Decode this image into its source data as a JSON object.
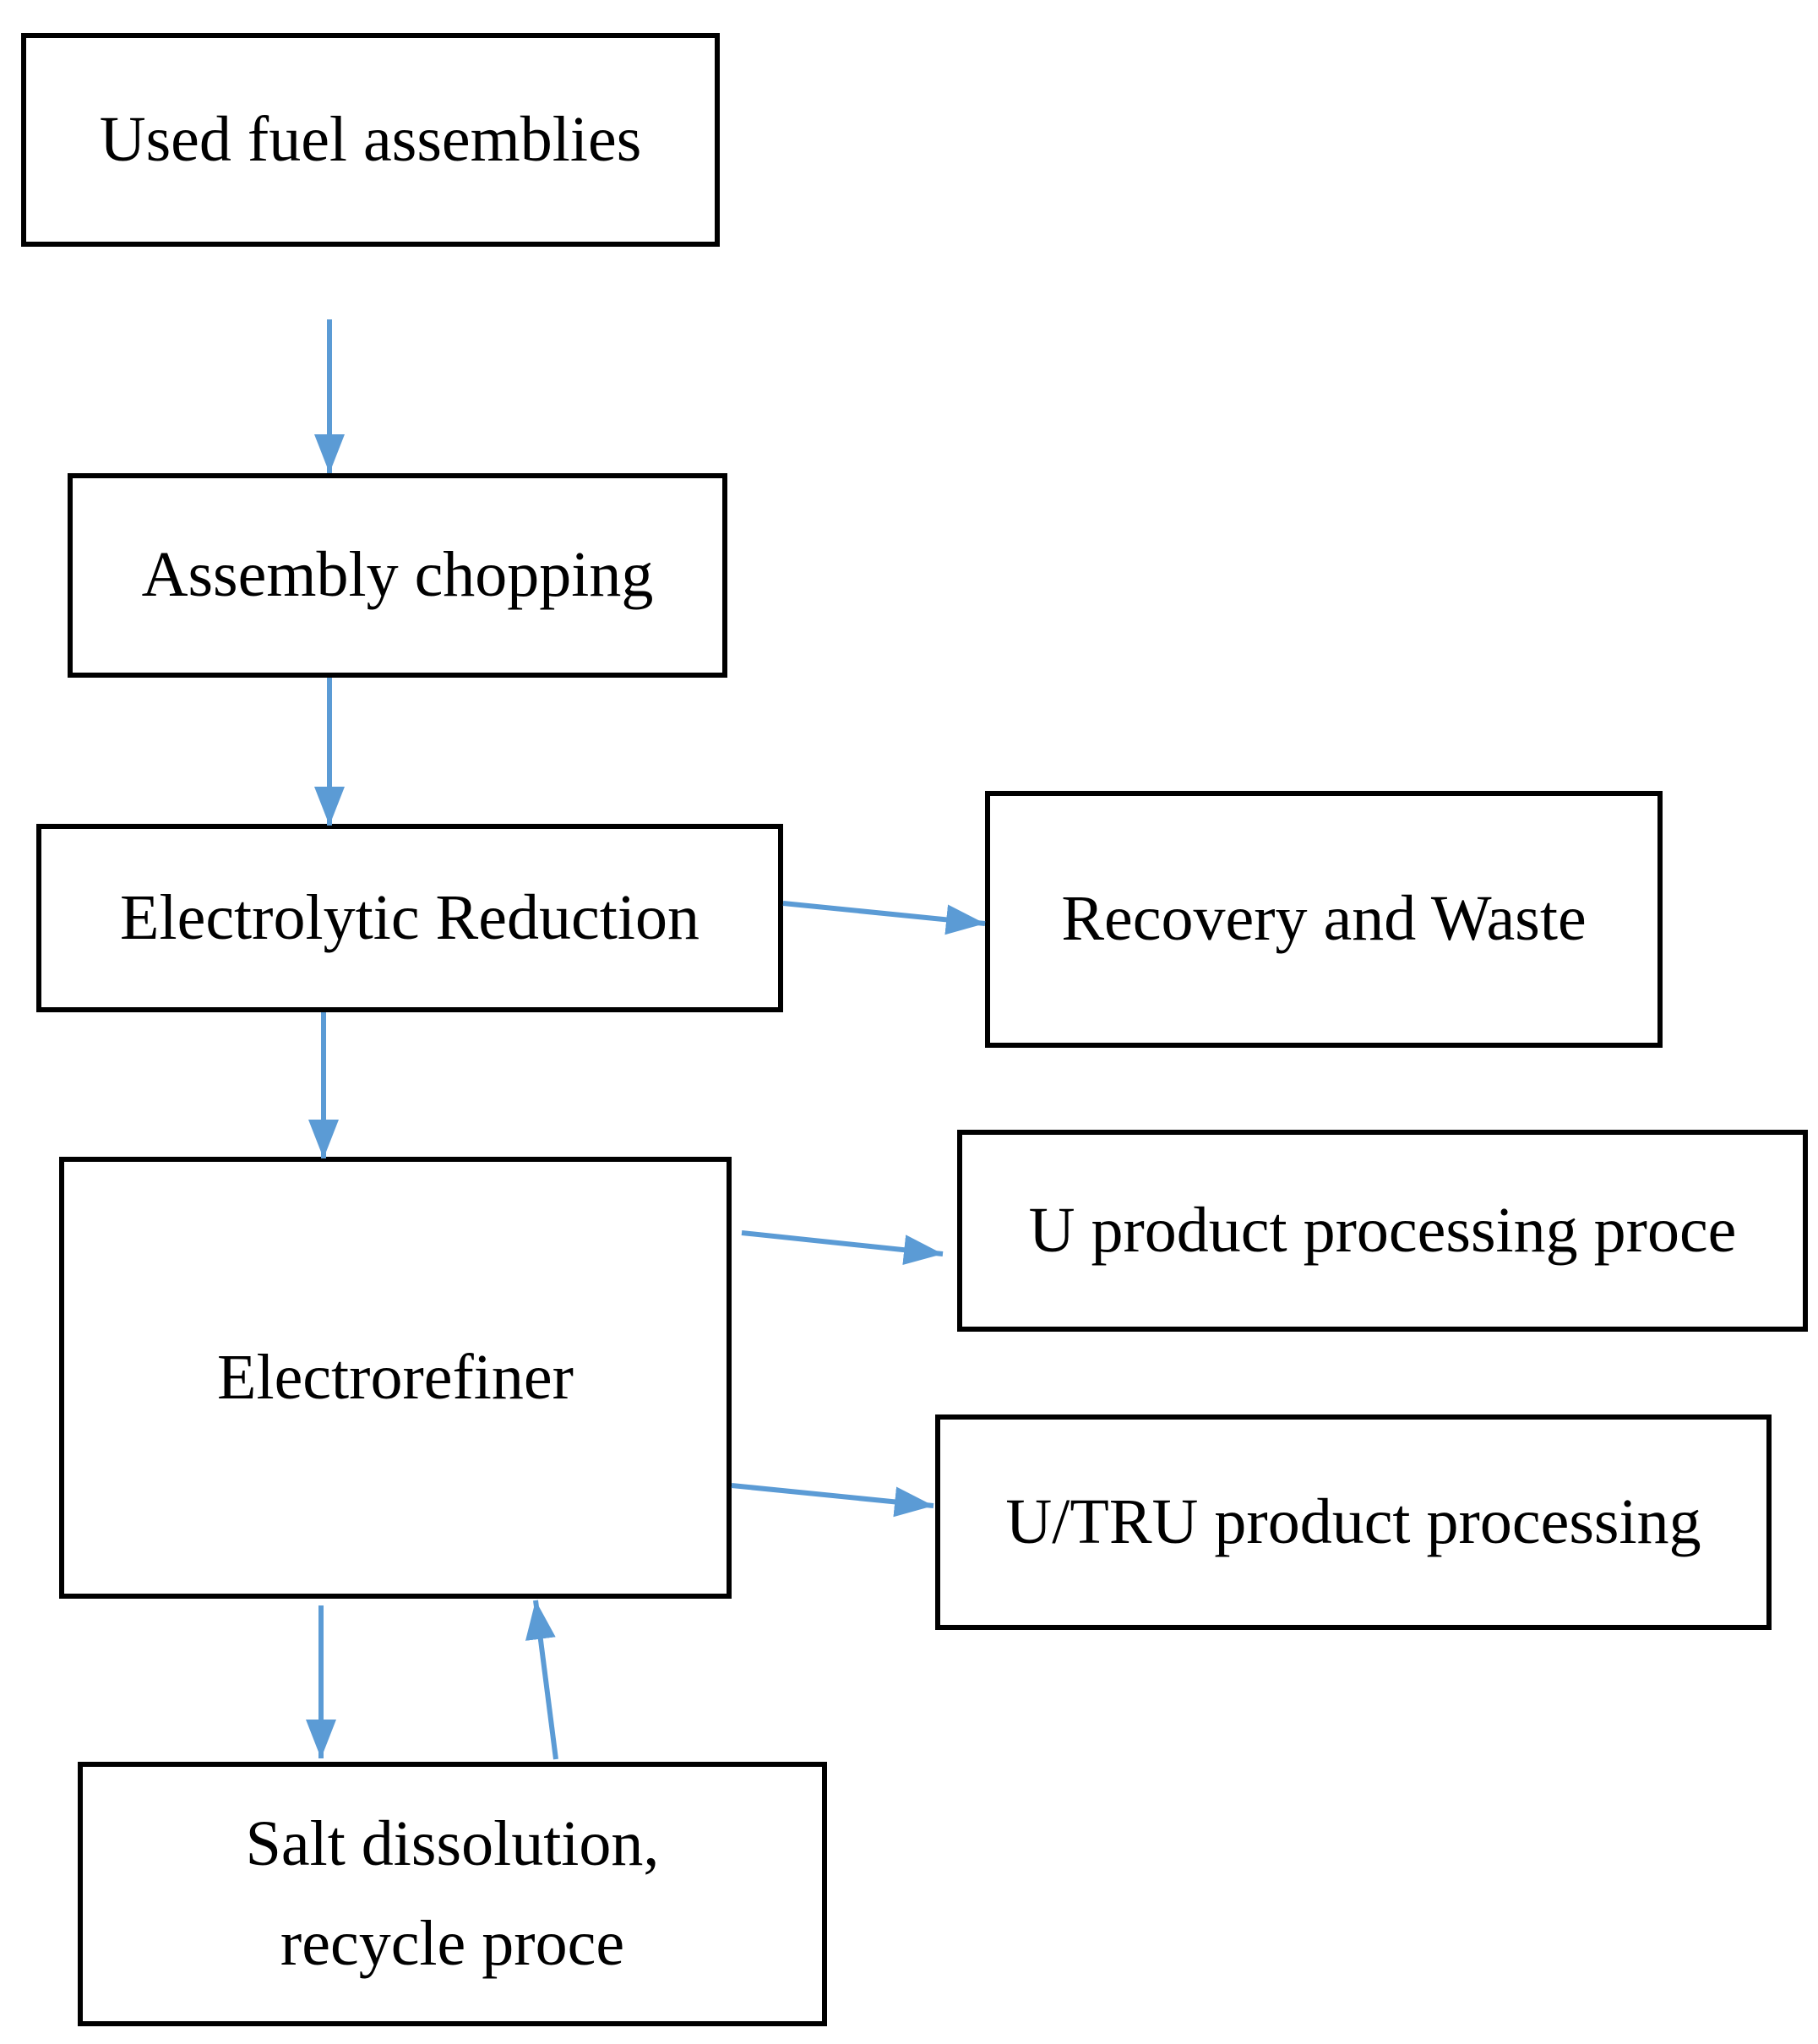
{
  "diagram": {
    "arrow_color": "#5b9bd5",
    "boxes": {
      "used_fuel": "Used fuel assemblies",
      "chopping": "Assembly chopping",
      "reduction": "Electrolytic Reduction",
      "recovery": "Recovery and Waste",
      "electrorefiner": "Electrorefiner",
      "u_product": "U product processing proce",
      "utru_product": "U/TRU product processing",
      "salt_line1": "Salt dissolution,",
      "salt_line2": "recycle proce"
    },
    "edges": [
      {
        "from": "Used fuel assemblies",
        "to": "Assembly chopping"
      },
      {
        "from": "Assembly chopping",
        "to": "Electrolytic Reduction"
      },
      {
        "from": "Electrolytic Reduction",
        "to": "Recovery and Waste"
      },
      {
        "from": "Electrolytic Reduction",
        "to": "Electrorefiner"
      },
      {
        "from": "Electrorefiner",
        "to": "U product processing proce"
      },
      {
        "from": "Electrorefiner",
        "to": "U/TRU product processing"
      },
      {
        "from": "Electrorefiner",
        "to": "Salt dissolution, recycle proce"
      },
      {
        "from": "Salt dissolution, recycle proce",
        "to": "Electrorefiner"
      }
    ]
  }
}
